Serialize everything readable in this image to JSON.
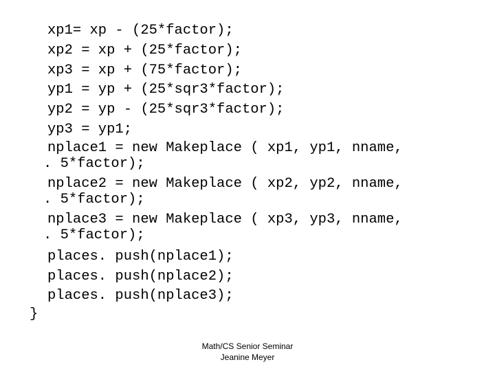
{
  "code": {
    "lines": [
      "xp1= xp - (25*factor);",
      "xp2 = xp + (25*factor);",
      "xp3 = xp + (75*factor);",
      "yp1 = yp + (25*sqr3*factor);",
      "yp2 = yp - (25*sqr3*factor);",
      "yp3 = yp1;",
      "nplace1 = new Makeplace ( xp1, yp1, nname,",
      ". 5*factor);",
      "nplace2 = new Makeplace ( xp2, yp2, nname,",
      ". 5*factor);",
      "nplace3 = new Makeplace ( xp3, yp3, nname,",
      ". 5*factor);",
      "places. push(nplace1);",
      "places. push(nplace2);",
      "places. push(nplace3);"
    ],
    "closing_brace": "}"
  },
  "footer": {
    "line1": "Math/CS Senior Seminar",
    "line2": "Jeanine Meyer"
  }
}
